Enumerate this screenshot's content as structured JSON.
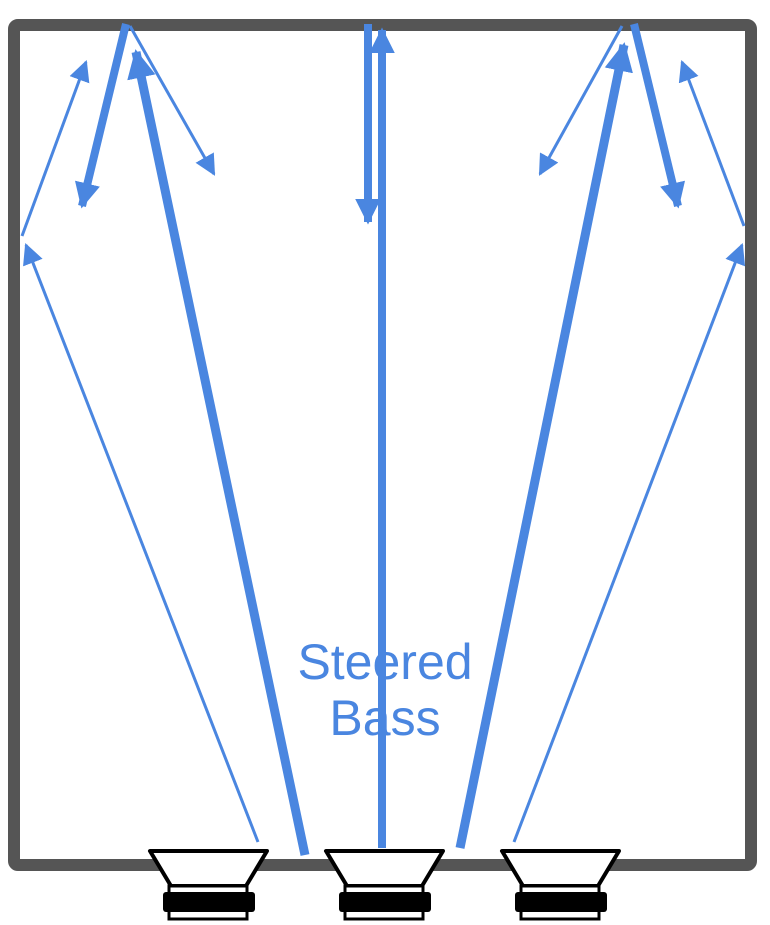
{
  "diagram": {
    "title_line1": "Steered",
    "title_line2": "Bass",
    "colors": {
      "arrow": "#4a86e0",
      "frame": "#555555",
      "speaker": "#000000",
      "background": "#ffffff"
    },
    "speakers": [
      {
        "id": "left-speaker",
        "position": "left"
      },
      {
        "id": "center-speaker",
        "position": "center"
      },
      {
        "id": "right-speaker",
        "position": "right"
      }
    ],
    "icons": {
      "speaker": "speaker-icon",
      "arrow": "arrow-icon"
    }
  }
}
